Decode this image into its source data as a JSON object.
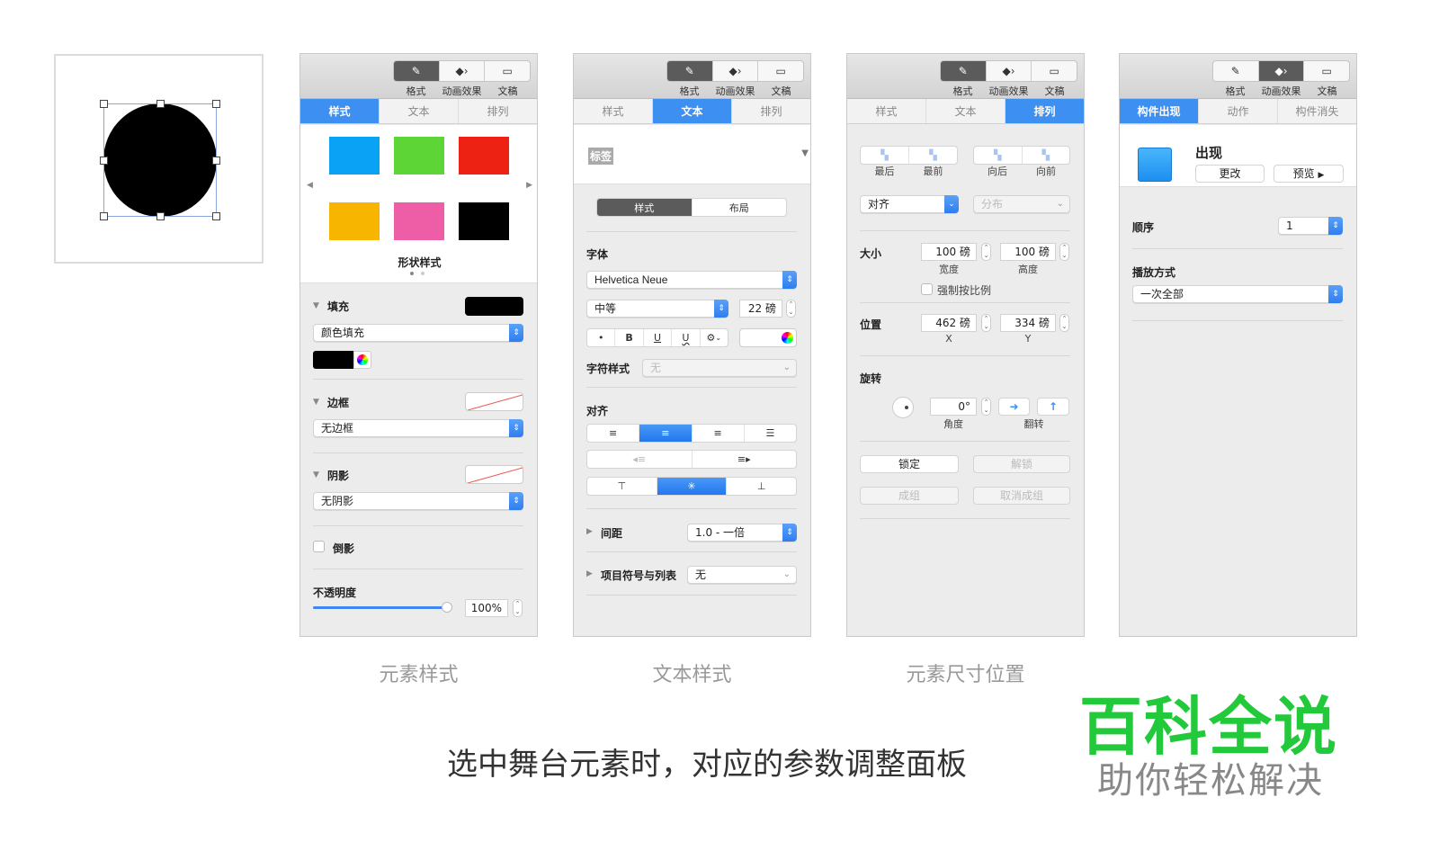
{
  "canvas": {
    "shape": "circle",
    "fill": "#000000"
  },
  "toolbar": {
    "buttons": [
      {
        "icon": "paintbrush-icon",
        "label": "格式"
      },
      {
        "icon": "diamond-animate-icon",
        "label": "动画效果"
      },
      {
        "icon": "document-icon",
        "label": "文稿"
      }
    ]
  },
  "panel_style": {
    "tabs": [
      "样式",
      "文本",
      "排列"
    ],
    "active_tab": 0,
    "swatches": [
      "#0aa2f5",
      "#5ed537",
      "#ee2212",
      "#f7b500",
      "#ee5ea7",
      "#000000"
    ],
    "swatch_title": "形状样式",
    "fill": {
      "label": "填充",
      "type": "颜色填充",
      "color": "#000000"
    },
    "border": {
      "label": "边框",
      "type": "无边框"
    },
    "shadow": {
      "label": "阴影",
      "type": "无阴影"
    },
    "reflection": {
      "label": "倒影",
      "checked": false
    },
    "opacity": {
      "label": "不透明度",
      "value": "100%",
      "percent": 100
    }
  },
  "panel_text": {
    "tabs": [
      "样式",
      "文本",
      "排列"
    ],
    "active_tab": 1,
    "paragraph_style": "标签",
    "subtabs": [
      "样式",
      "布局"
    ],
    "font_label": "字体",
    "font_family": "Helvetica Neue",
    "font_weight": "中等",
    "font_size": "22 磅",
    "format_buttons": [
      "•",
      "B",
      "U",
      "U",
      "⚙"
    ],
    "char_style_label": "字符样式",
    "char_style_value": "无",
    "align_label": "对齐",
    "spacing_label": "间距",
    "spacing_value": "1.0 - 一倍",
    "bullets_label": "项目符号与列表",
    "bullets_value": "无"
  },
  "panel_arrange": {
    "tabs": [
      "样式",
      "文本",
      "排列"
    ],
    "active_tab": 2,
    "order_buttons": [
      "最后",
      "最前",
      "向后",
      "向前"
    ],
    "align_select": "对齐",
    "distribute_select": "分布",
    "size_label": "大小",
    "width": "100 磅",
    "width_label": "宽度",
    "height": "100 磅",
    "height_label": "高度",
    "constrain_label": "强制按比例",
    "position_label": "位置",
    "x": "462 磅",
    "x_label": "X",
    "y": "334 磅",
    "y_label": "Y",
    "rotate_label": "旋转",
    "angle": "0°",
    "angle_label": "角度",
    "flip_label": "翻转",
    "lock": "锁定",
    "unlock": "解锁",
    "group": "成组",
    "ungroup": "取消成组"
  },
  "panel_animate": {
    "tabs": [
      "构件出现",
      "动作",
      "构件消失"
    ],
    "active_tab": 0,
    "effect_title": "出现",
    "change_button": "更改",
    "preview_button": "预览",
    "order_label": "顺序",
    "order_value": "1",
    "delivery_label": "播放方式",
    "delivery_value": "一次全部"
  },
  "captions": [
    "元素样式",
    "文本样式",
    "元素尺寸位置"
  ],
  "main_caption": "选中舞台元素时，对应的参数调整面板",
  "watermark": {
    "title": "百科全说",
    "subtitle": "助你轻松解决",
    "color": "#22c93a"
  }
}
